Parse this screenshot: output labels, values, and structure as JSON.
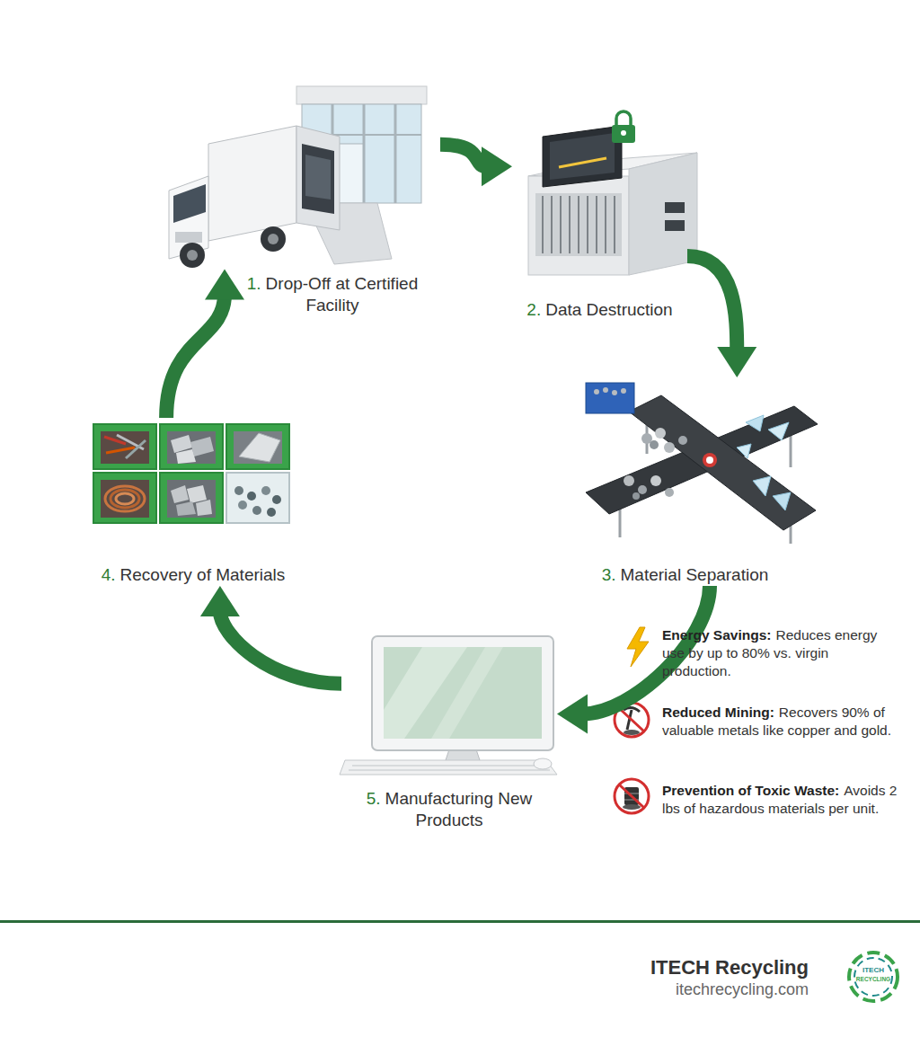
{
  "diagram": {
    "nodes": [
      {
        "text": [
          "1.",
          "Drop-Off at Certified Facility"
        ]
      },
      {
        "text": [
          "2.",
          "Data Destruction"
        ]
      },
      {
        "text": [
          "3.",
          "Material Separation"
        ]
      },
      {
        "text": [
          "4.",
          "Recovery of Materials"
        ]
      },
      {
        "text": [
          "5.",
          "Manufacturing New Products"
        ]
      }
    ],
    "edges": [
      {
        "from": 0,
        "to": 1,
        "arrow": "to"
      },
      {
        "from": 1,
        "to": 2,
        "arrow": "to"
      },
      {
        "from": 2,
        "to": 4,
        "arrow": "to"
      },
      {
        "from": 4,
        "to": 3,
        "arrow": "to"
      },
      {
        "from": 3,
        "to": 0,
        "arrow": "to"
      }
    ],
    "labels": [
      "Energy Savings:",
      "Reduces energy use by up to 80% vs. virgin production.",
      "Reduced Mining:",
      "Recovers 90% of valuable metals like copper and gold.",
      "Prevention of Toxic Waste:",
      "Avoids 2 lbs of hazardous materials per unit.",
      "ITECH Recycling",
      "itechrecycling.com",
      "ITECH",
      "RECYCLING"
    ]
  }
}
